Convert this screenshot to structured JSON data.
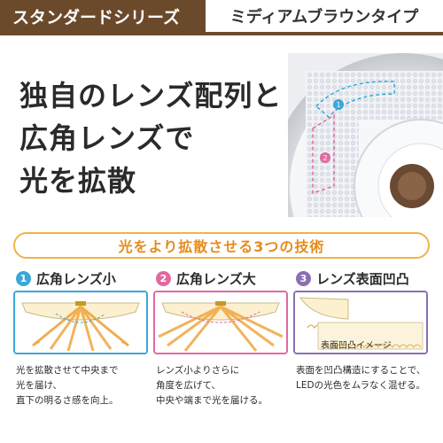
{
  "header": {
    "series": "スタンダードシリーズ",
    "color": "ミディアムブラウンタイプ"
  },
  "headline": {
    "lines": [
      "独自のレンズ配列と",
      "広角レンズで",
      "光を拡散"
    ]
  },
  "photo": {
    "marker1": "1",
    "marker2": "2"
  },
  "technologies": {
    "banner": "光をより拡散させる3つの技術",
    "items": [
      {
        "number": "1",
        "title": "広角レンズ小",
        "accent": "#3aa7d8",
        "desc": [
          "光を拡散させて中央まで",
          "光を届け、",
          "直下の明るさ感を向上。"
        ]
      },
      {
        "number": "2",
        "title": "広角レンズ大",
        "accent": "#e06aa0",
        "desc": [
          "レンズ小よりさらに",
          "角度を広げて、",
          "中央や端まで光を届ける。"
        ]
      },
      {
        "number": "3",
        "title": "レンズ表面凹凸",
        "accent": "#8a6fb3",
        "desc": [
          "表面を凹凸構造にすることで、",
          "LEDの光色をムラなく混ぜる。"
        ],
        "inset_label": "表面凹凸イメージ"
      }
    ]
  },
  "colors": {
    "brand_brown": "#6b4a2b",
    "banner_orange": "#e48c1c",
    "arrow_orange": "#f0a640"
  }
}
